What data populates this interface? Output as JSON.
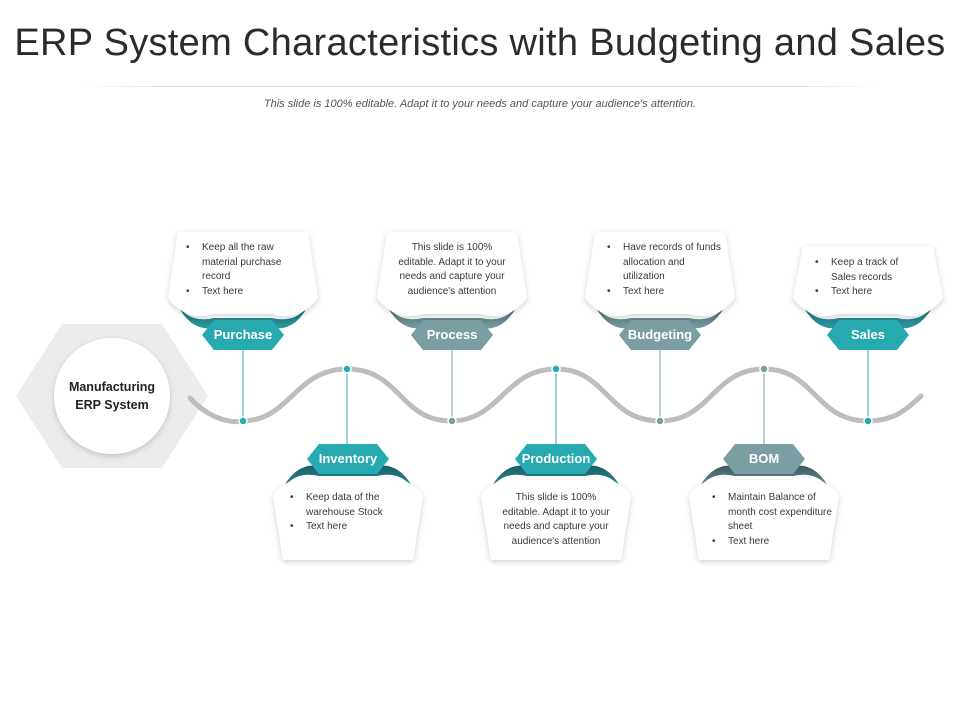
{
  "title": "ERP System Characteristics with Budgeting and Sales",
  "subtitle": "This slide is 100% editable. Adapt it to your needs and capture your audience's attention.",
  "center": {
    "line1": "Manufacturing",
    "line2": "ERP System"
  },
  "colors": {
    "teal": "#27a9b0",
    "teal_dark": "#1f7f86",
    "slate": "#7a9ea2",
    "slate_dark": "#4f7378",
    "wave": "#bdbdbd"
  },
  "nodes": {
    "purchase": {
      "label": "Purchase",
      "bullets": [
        "Keep all the raw material purchase record",
        "Text here"
      ]
    },
    "process": {
      "label": "Process",
      "text": "This slide is 100% editable. Adapt it to your needs and capture your audience's attention"
    },
    "budgeting": {
      "label": "Budgeting",
      "bullets": [
        "Have records of funds allocation and utilization",
        "Text here"
      ]
    },
    "sales": {
      "label": "Sales",
      "bullets": [
        "Keep a track of Sales records",
        "Text here"
      ]
    },
    "inventory": {
      "label": "Inventory",
      "bullets": [
        "Keep data of the warehouse Stock",
        "Text here"
      ]
    },
    "production": {
      "label": "Production",
      "text": "This slide is 100% editable. Adapt it to your needs and capture your audience's attention"
    },
    "bom": {
      "label": "BOM",
      "bullets": [
        "Maintain Balance of month cost expenditure sheet",
        "Text here"
      ]
    }
  }
}
